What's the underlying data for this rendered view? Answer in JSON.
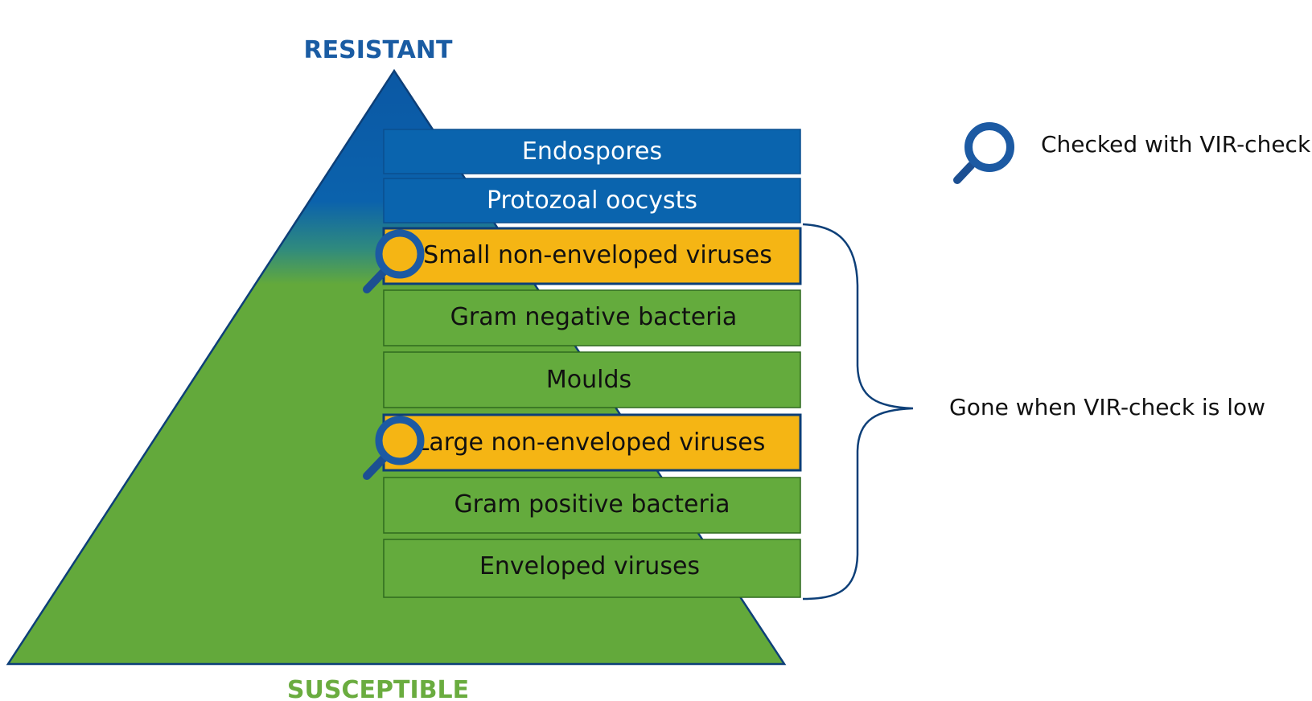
{
  "pyramid": {
    "top_label": "RESISTANT",
    "bottom_label": "SUSCEPTIBLE",
    "colors": {
      "resistant": "#0b5aa6",
      "susceptible": "#63a93b",
      "outline": "#0d3f78"
    }
  },
  "bands": [
    {
      "label": "Endospores",
      "kind": "resistant",
      "checked": false
    },
    {
      "label": "Protozoal oocysts",
      "kind": "resistant",
      "checked": false
    },
    {
      "label": "Small non-enveloped viruses",
      "kind": "checked",
      "checked": true
    },
    {
      "label": "Gram negative bacteria",
      "kind": "susceptible",
      "checked": false
    },
    {
      "label": "Moulds",
      "kind": "susceptible",
      "checked": false
    },
    {
      "label": "Large non-enveloped viruses",
      "kind": "checked",
      "checked": true
    },
    {
      "label": "Gram positive bacteria",
      "kind": "susceptible",
      "checked": false
    },
    {
      "label": "Enveloped viruses",
      "kind": "susceptible",
      "checked": false
    }
  ],
  "band_colors": {
    "resistant": "#0a64ae",
    "checked": "#f5b514",
    "susceptible": "#64ab3d",
    "border": "#2f6a1e"
  },
  "legend": {
    "label": "Checked with VIR-check",
    "icon": "magnifier-icon"
  },
  "bracket": {
    "label": "Gone when VIR-check is low"
  }
}
